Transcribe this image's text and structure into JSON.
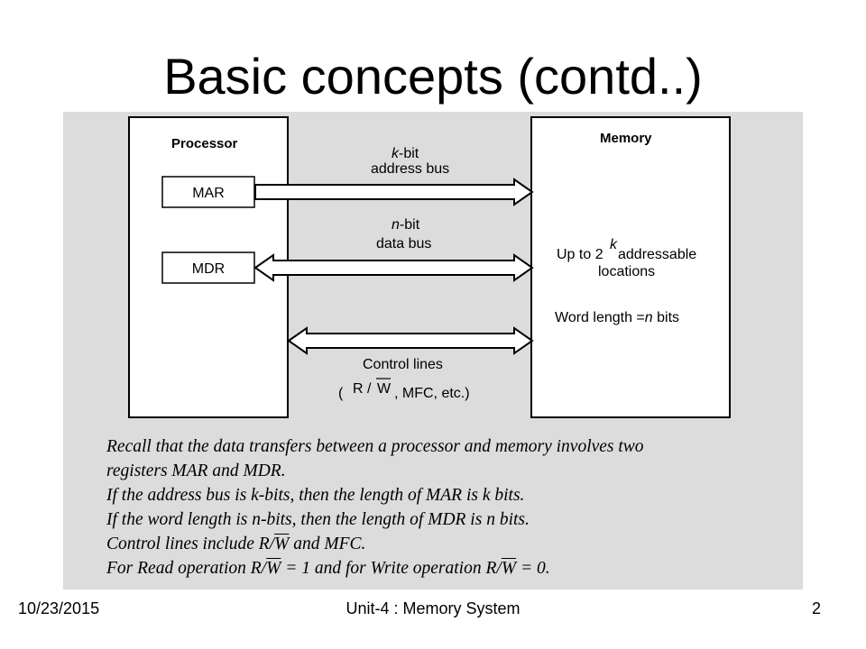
{
  "slide": {
    "title": "Basic concepts (contd..)"
  },
  "diagram": {
    "processor_label": "Processor",
    "memory_label": "Memory",
    "mar_label": "MAR",
    "mdr_label": "MDR",
    "address_bus": {
      "width_var": "k",
      "width_suffix": "-bit",
      "label": "address bus"
    },
    "data_bus": {
      "width_var": "n",
      "width_suffix": "-bit",
      "label": "data bus"
    },
    "control": {
      "label": "Control lines",
      "open": "(",
      "r": "R",
      "slash": "/",
      "w": "W",
      "rest": ", MFC, etc.)"
    },
    "memory_capacity": {
      "prefix": "Up to 2",
      "exponent": "k",
      "suffix": " addressable",
      "line2": "locations"
    },
    "word_length": {
      "prefix": "Word length =",
      "var": "n",
      "suffix": " bits"
    }
  },
  "notes": {
    "line1": "Recall that the data transfers between a processor and memory involves two",
    "line2": "registers MAR and MDR.",
    "line3": "If the address bus is k-bits, then the length of MAR is k bits.",
    "line4": "If the word length is n-bits, then the length of MDR is n bits.",
    "line5_a": "Control lines include R/",
    "line5_w": "W",
    "line5_b": " and MFC.",
    "line6_a": "For Read operation R/",
    "line6_w1": "W",
    "line6_b": " = 1 and for Write operation R/",
    "line6_w2": "W",
    "line6_c": " = 0."
  },
  "footer": {
    "date": "10/23/2015",
    "center": "Unit-4 : Memory System",
    "page": "2"
  }
}
